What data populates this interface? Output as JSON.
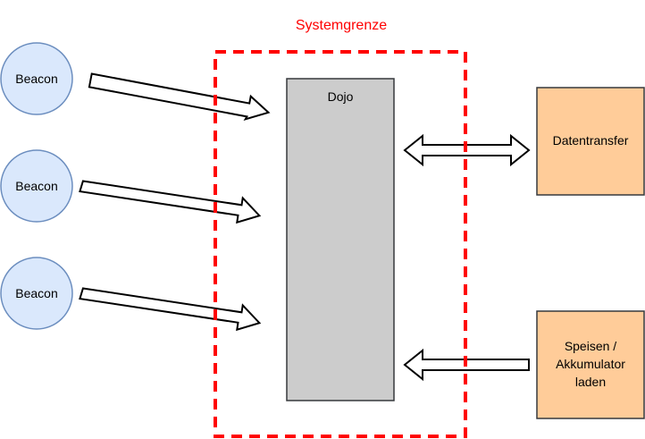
{
  "boundary": {
    "label": "Systemgrenze",
    "color": "#ff0000"
  },
  "beacons": [
    {
      "label": "Beacon"
    },
    {
      "label": "Beacon"
    },
    {
      "label": "Beacon"
    }
  ],
  "dojo": {
    "label": "Dojo",
    "fill": "#cccccc"
  },
  "datentransfer": {
    "label": "Datentransfer"
  },
  "speisen": {
    "lines": [
      "Speisen /",
      "Akkumulator",
      "laden"
    ]
  },
  "colors": {
    "beacon_fill": "#dae8fc",
    "beacon_stroke": "#6c8ebf",
    "box_fill": "#ffcc99",
    "box_stroke": "#36393d"
  }
}
